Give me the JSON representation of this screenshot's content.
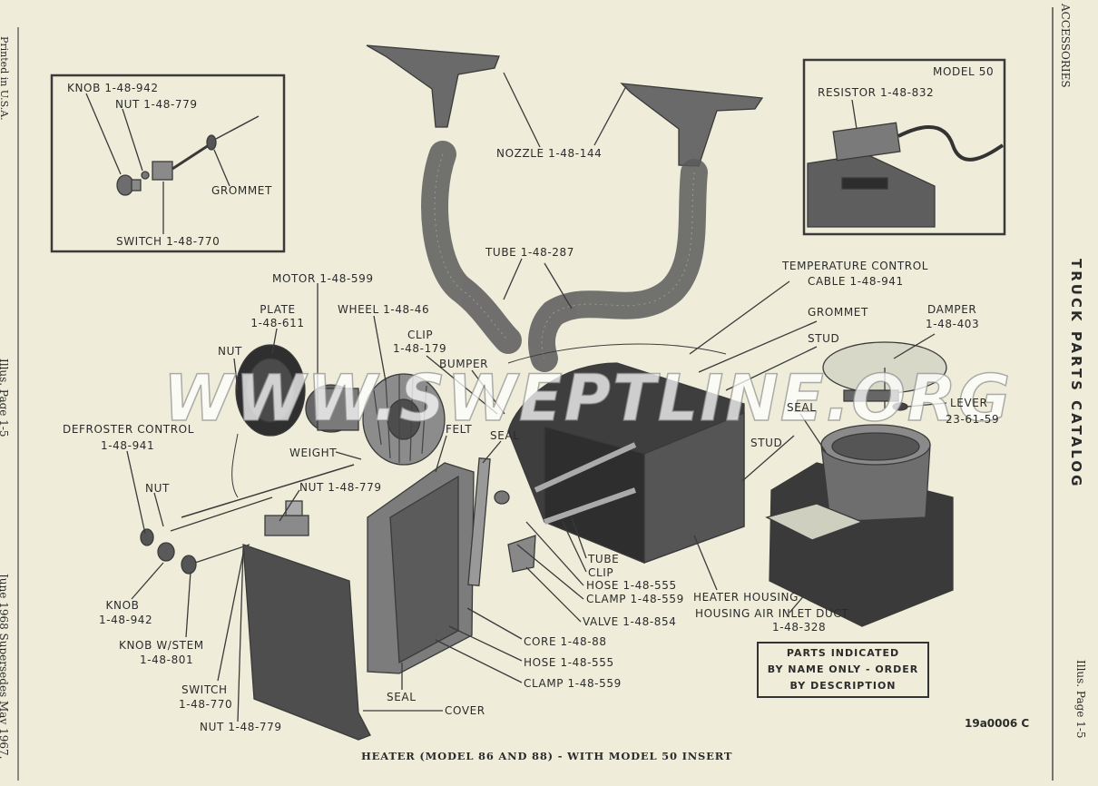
{
  "callouts": {
    "knob_top": "KNOB 1-48-942",
    "nut_top": "NUT 1-48-779",
    "grommet_inset": "GROMMET",
    "switch_inset": "SWITCH 1-48-770",
    "nozzle": "NOZZLE 1-48-144",
    "tube": "TUBE 1-48-287",
    "motor": "MOTOR 1-48-599",
    "plate": "PLATE",
    "plate_num": "1-48-611",
    "wheel": "WHEEL 1-48-46",
    "nut_left": "NUT",
    "clip_top": "CLIP",
    "clip_top_num": "1-48-179",
    "bumper": "BUMPER",
    "defroster": "DEFROSTER CONTROL",
    "defroster_num": "1-48-941",
    "weight": "WEIGHT",
    "felt": "FELT",
    "seal_mid": "SEAL",
    "nut_mid": "NUT",
    "nut_mid2": "NUT 1-48-779",
    "knob_low": "KNOB",
    "knob_low_num": "1-48-942",
    "knob_stem": "KNOB W/STEM",
    "knob_stem_num": "1-48-801",
    "switch_low": "SWITCH",
    "switch_low_num": "1-48-770",
    "nut_bottom": "NUT 1-48-779",
    "seal_bottom": "SEAL",
    "cover": "COVER",
    "core": "CORE 1-48-88",
    "hose_low": "HOSE 1-48-555",
    "clamp_low": "CLAMP 1-48-559",
    "tube_mid": "TUBE",
    "clip_mid": "CLIP",
    "hose_mid": "HOSE 1-48-555",
    "clamp_mid": "CLAMP 1-48-559",
    "valve": "VALVE 1-48-854",
    "heater_housing": "HEATER HOUSING",
    "inlet_duct": "HOUSING AIR INLET DUCT",
    "inlet_duct_num": "1-48-328",
    "temp_control": "TEMPERATURE CONTROL",
    "temp_control_num": "CABLE 1-48-941",
    "grommet_right": "GROMMET",
    "stud_top": "STUD",
    "stud_right": "STUD",
    "damper": "DAMPER",
    "damper_num": "1-48-403",
    "seal_right": "SEAL",
    "lever": "LEVER",
    "lever_num": "23-61-59",
    "model50": "MODEL 50",
    "resistor": "RESISTOR 1-48-832"
  },
  "notice": {
    "line1": "PARTS INDICATED",
    "line2": "BY NAME ONLY - ORDER",
    "line3": "BY DESCRIPTION"
  },
  "caption": "HEATER (MODEL 86 AND 88) - WITH MODEL 50 INSERT",
  "figure_code": "19a0006 C",
  "watermark": "WWW.SWEPTLINE.ORG",
  "margin_left": {
    "printed": "Printed in U.S.A.",
    "illus": "Illus. Page 1-5",
    "date": "June 1968 Supersedes May 1967."
  },
  "margin_right": {
    "section": "ACCESSORIES",
    "catalog": "TRUCK PARTS CATALOG",
    "illus": "Illus. Page 1-5"
  }
}
